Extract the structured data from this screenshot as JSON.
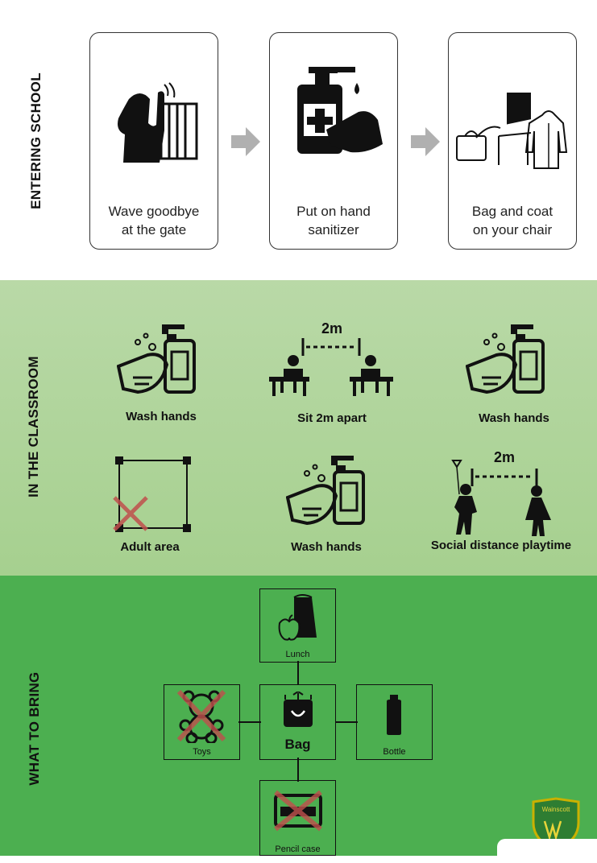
{
  "entering": {
    "title": "ENTERING SCHOOL",
    "steps": [
      {
        "line1": "Wave goodbye",
        "line2": "at the gate",
        "icon": "wave-goodbye-icon"
      },
      {
        "line1": "Put on hand",
        "line2": "sanitizer",
        "icon": "hand-sanitizer-icon"
      },
      {
        "line1": "Bag and coat",
        "line2": "on your chair",
        "icon": "bag-coat-chair-icon"
      }
    ]
  },
  "classroom": {
    "title": "IN THE CLASSROOM",
    "distance": "2m",
    "items": [
      {
        "label": "Wash hands"
      },
      {
        "label": "Sit 2m apart"
      },
      {
        "label": "Wash hands"
      },
      {
        "label": "Adult area"
      },
      {
        "label": "Wash hands"
      },
      {
        "label": "Social distance playtime"
      }
    ]
  },
  "bring": {
    "title": "WHAT TO BRING",
    "center": "Bag",
    "top": "Lunch",
    "left": "Toys",
    "right": "Bottle",
    "bottom": "Pencil case"
  },
  "crest": {
    "text": "Wainscott"
  },
  "colors": {
    "green_light": "#b9d9a7",
    "green_dark": "#4caf50",
    "cross_red": "#c0504d",
    "arrow_grey": "#b0b0b0"
  }
}
